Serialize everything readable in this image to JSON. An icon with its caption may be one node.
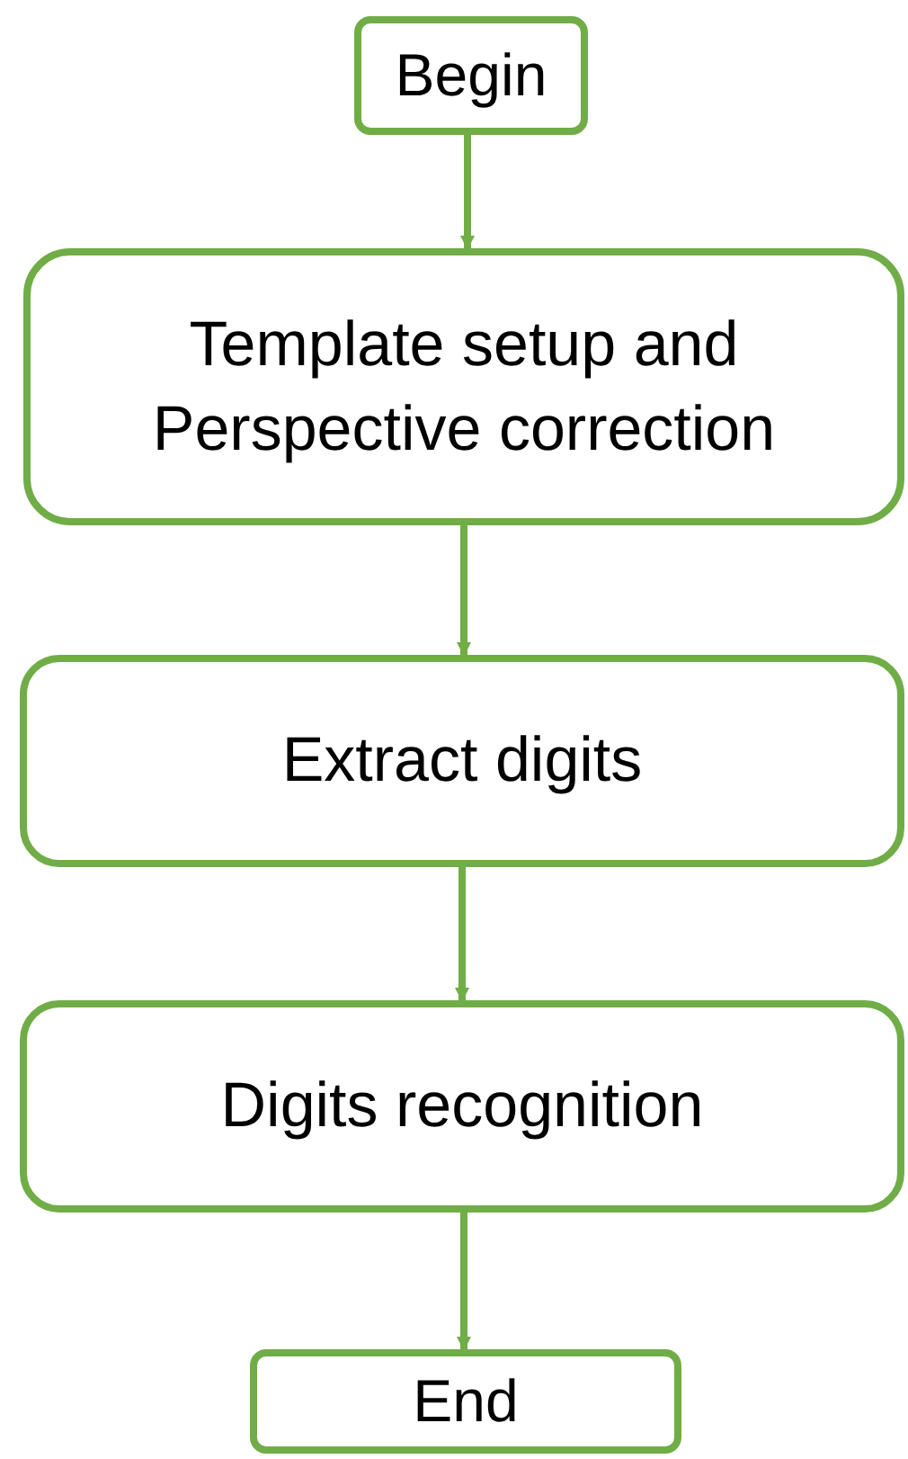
{
  "diagram": {
    "nodes": [
      {
        "text": [
          "Begin"
        ]
      },
      {
        "text": [
          "Template setup and Perspective correction"
        ]
      },
      {
        "text": [
          "Extract digits"
        ]
      },
      {
        "text": [
          "Digits recognition"
        ]
      },
      {
        "text": [
          "End"
        ]
      }
    ],
    "edges": [
      {
        "from": 0,
        "to": 1,
        "arrow": "to"
      },
      {
        "from": 1,
        "to": 2,
        "arrow": "to"
      },
      {
        "from": 2,
        "to": 3,
        "arrow": "to"
      },
      {
        "from": 3,
        "to": 4,
        "arrow": "to"
      }
    ]
  }
}
